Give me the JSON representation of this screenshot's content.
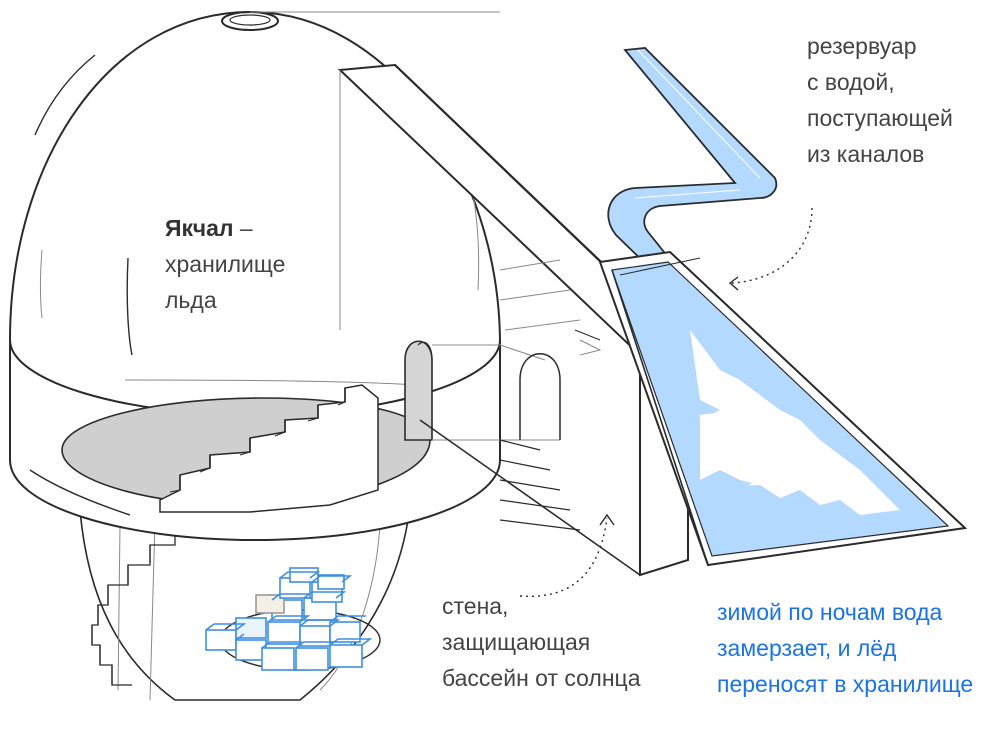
{
  "labels": {
    "yakhchal": {
      "title": "Якчал",
      "dash": " –",
      "line2": "хранилище",
      "line3": "льда"
    },
    "reservoir": {
      "line1": "резервуар",
      "line2": "с водой,",
      "line3": "поступающей",
      "line4": "из каналов"
    },
    "wall": {
      "line1": "стена,",
      "line2": "защищающая",
      "line3": "бассейн от солнца"
    },
    "freeze": {
      "line1": "зимой по ночам вода",
      "line2": "замерзает, и лёд",
      "line3": "переносят в хранилище"
    }
  },
  "colors": {
    "line": "#2b2b2b",
    "thin_line": "#888888",
    "water": "#b3d9ff",
    "ice_outline": "#3d8fe0",
    "floor": "#cfcfcf",
    "accent_text": "#1a73e8"
  }
}
